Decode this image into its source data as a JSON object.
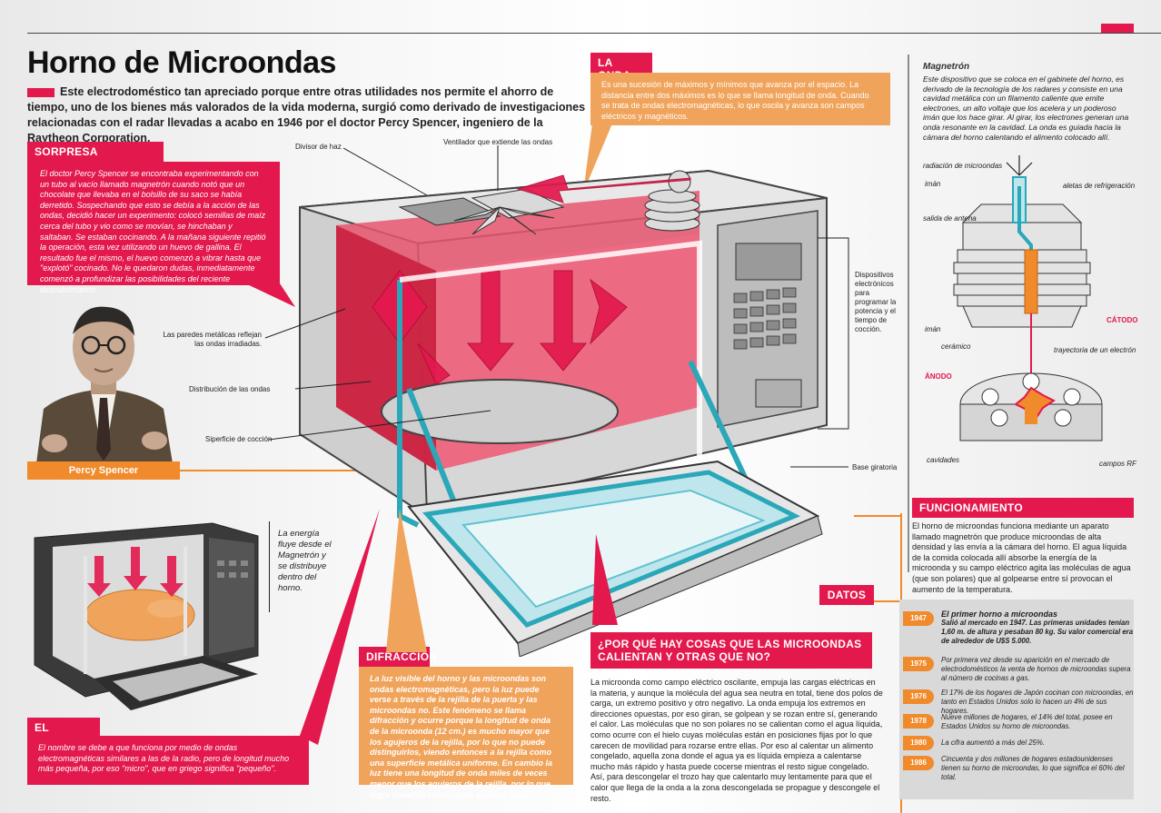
{
  "title": "Horno de Microondas",
  "intro": "Este electrodoméstico tan apreciado porque entre otras utilidades nos permite el ahorro de tiempo, uno de los bienes más valorados de la vida moderna, surgió como derivado de investigaciones relacionadas con el radar llevadas a acabo en 1946 por el doctor Percy Spencer, ingeniero de la Raytheon Corporation.",
  "sorpresa": {
    "header": "SORPRESA",
    "text": "El doctor Percy Spencer se encontraba experimentando con un tubo al vacío llamado magnetrón cuando notó que un chocolate que llevaba en el bolsillo de su saco se había derretido. Sospechando que esto se debía a la acción de las ondas, decidió hacer un experimento: colocó semillas de maíz cerca del tubo y vio como se movían, se hinchaban y saltaban. Se estaban cocinando. A la mañana siguiente repitió la operación, esta vez utilizando un huevo de gallina. El resultado fue el mismo, el huevo comenzó a vibrar hasta que \"explotó\" cocinado. No le quedaron dudas, inmediatamente comenzó a profundizar las posibilidades del reciente descubrimiento."
  },
  "percy_label": "Percy Spencer",
  "onda": {
    "header": "LA ONDA",
    "text": "Es una sucesión de máximos y mínimos que avanza por el espacio. La distancia entre dos máximos es lo que se llama longitud de onda. Cuando se trata de ondas electromagnéticas, lo que oscila y avanza son campos eléctricos y magnéticos."
  },
  "labels": {
    "divisor": "Divisor de haz",
    "ventilador": "Ventilador que extiende las ondas",
    "paredes": "Las paredes metálicas reflejan las ondas irradiadas.",
    "distribucion": "Distribución de las ondas",
    "superficie": "Siperficie de cocción",
    "dispositivos": "Dispositivos electrónicos para programar la potencia y el tiempo de cocción.",
    "base": "Base giratoria"
  },
  "energia_note": "La energía fluye desde el Magnetrón y se distribuye dentro del horno.",
  "nombre": {
    "header": "EL NOMBRE",
    "text": "El nombre se debe a que funciona por medio de ondas electromagnéticas similares a las de la radio, pero de longitud mucho más pequeña, por eso \"micro\", que en griego significa \"pequeño\"."
  },
  "difraccion": {
    "header": "DIFRACCIÓN",
    "text": "La luz visible del horno y las microondas son ondas electromagnéticas, pero la luz puede verse a través de la rejilla de la puerta y las microondas no. Este fenómeno se llama difracción y ocurre porque la longitud de onda de la microonda (12 cm.) es mucho mayor que los agujeros de la rejilla, por lo que no puede distinguirlos, viendo entonces a la rejilla como una superficie metálica uniforme. En cambio la luz tiene una longitud de onda miles de veces menor que los agujeros de la rejilla, por lo que logra pasarlos como rayos en línea recta."
  },
  "porque": {
    "header": "¿POR QUÉ HAY COSAS QUE LAS MICROONDAS CALIENTAN Y OTRAS QUE NO?",
    "text": "La microonda como campo eléctrico oscilante, empuja las cargas eléctricas en la materia, y aunque la molécula del agua sea neutra en total, tiene dos polos de carga, un extremo positivo y otro negativo. La onda empuja los extremos en direcciones opuestas, por eso giran, se golpean y se rozan entre sí, generando el calor. Las moléculas que no son polares no se calientan como el agua líquida, como ocurre con el hielo cuyas moléculas están en posiciones fijas por lo que carecen de movilidad para rozarse entre ellas. Por eso al calentar un alimento congelado, aquella zona donde el agua ya es líquida empieza a calentarse mucho más rápido y hasta puede cocerse mientras el resto sigue congelado. Así, para descongelar el trozo hay que calentarlo muy lentamente para que el calor que llega de la onda a la zona descongelada se propague y descongele el resto."
  },
  "magnetron": {
    "title": "Magnetrón",
    "text": "Este dispositivo que se coloca en el gabinete del horno, es derivado de la tecnología de los radares y consiste en una cavidad metálica con un filamento caliente que emite electrones, un alto voltaje que los acelera y un poderoso imán que los hace girar. Al girar, los electrones generan una onda resonante en la cavidad. La onda es guiada hacia la cámara del horno calentando el alimento colocado allí.",
    "labels": {
      "radiacion": "radiación de microondas",
      "iman1": "imán",
      "aletas": "aletas de refrigeración",
      "salida": "salida de antena",
      "catodo": "CÁTODO",
      "iman2": "imán",
      "ceramico": "cerámico",
      "trayectoria": "trayectoria de un electrón",
      "anodo": "ÁNODO",
      "cavidades": "cavidades",
      "campos": "campos RF"
    }
  },
  "funcionamiento": {
    "header": "FUNCIONAMIENTO",
    "text": "El horno de microondas funciona mediante un aparato llamado magnetrón que produce microondas de alta densidad y las envía a la cámara del horno. El agua líquida de la comida colocada allí absorbe la energía de la microonda y su campo eléctrico agita las moléculas de agua (que son polares) que al golpearse entre sí provocan el aumento de la temperatura."
  },
  "datos": {
    "header": "DATOS",
    "items": [
      {
        "year": "1947",
        "title": "El primer horno a microondas",
        "text": "Salió al mercado en 1947. Las primeras unidades tenían 1,60 m. de altura y pesaban 80 kg. Su valor comercial era de alrededor de U$S 5.000."
      },
      {
        "year": "1975",
        "title": "",
        "text": "Por primera vez desde su aparición en el mercado de electrodomésticos la venta de hornos de microondas supera al número de cocinas a gas."
      },
      {
        "year": "1976",
        "title": "",
        "text": "El 17% de los hogares de Japón cocinan con microondas, en tanto en Estados Unidos solo lo hacen un 4% de sus hogares."
      },
      {
        "year": "1978",
        "title": "",
        "text": "Nueve millones de hogares, el 14% del total, posee en Estados Unidos su horno de microondas."
      },
      {
        "year": "1980",
        "title": "",
        "text": "La cifra aumentó a más del 25%."
      },
      {
        "year": "1986",
        "title": "",
        "text": "Cincuenta y dos millones de hogares estadounidenses tienen su horno de microondas, lo que significa el 60% del total."
      }
    ]
  },
  "colors": {
    "accent": "#e3184d",
    "orange": "#f08a2a",
    "panel_orange": "#f0a35a",
    "teal": "#2aa7b8"
  }
}
